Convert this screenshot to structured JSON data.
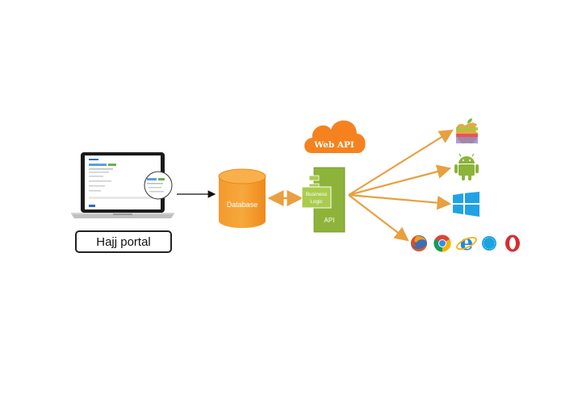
{
  "portal": {
    "label": "Hajj portal"
  },
  "database": {
    "label": "Database"
  },
  "web_api": {
    "label": "Web API"
  },
  "api": {
    "label": "API",
    "inner_label_line1": "Business",
    "inner_label_line2": "Logic"
  },
  "clients": {
    "mobile": [
      "apple-icon",
      "android-icon",
      "windows-icon"
    ],
    "browsers": [
      "firefox-icon",
      "chrome-icon",
      "internet-explorer-icon",
      "safari-icon",
      "opera-icon"
    ]
  },
  "colors": {
    "orange": "#F08C1E",
    "cloud_orange": "#F5821F",
    "api_green": "#8DB33A",
    "api_green_light": "#A9CC4E",
    "arrow": "#E8A040"
  }
}
